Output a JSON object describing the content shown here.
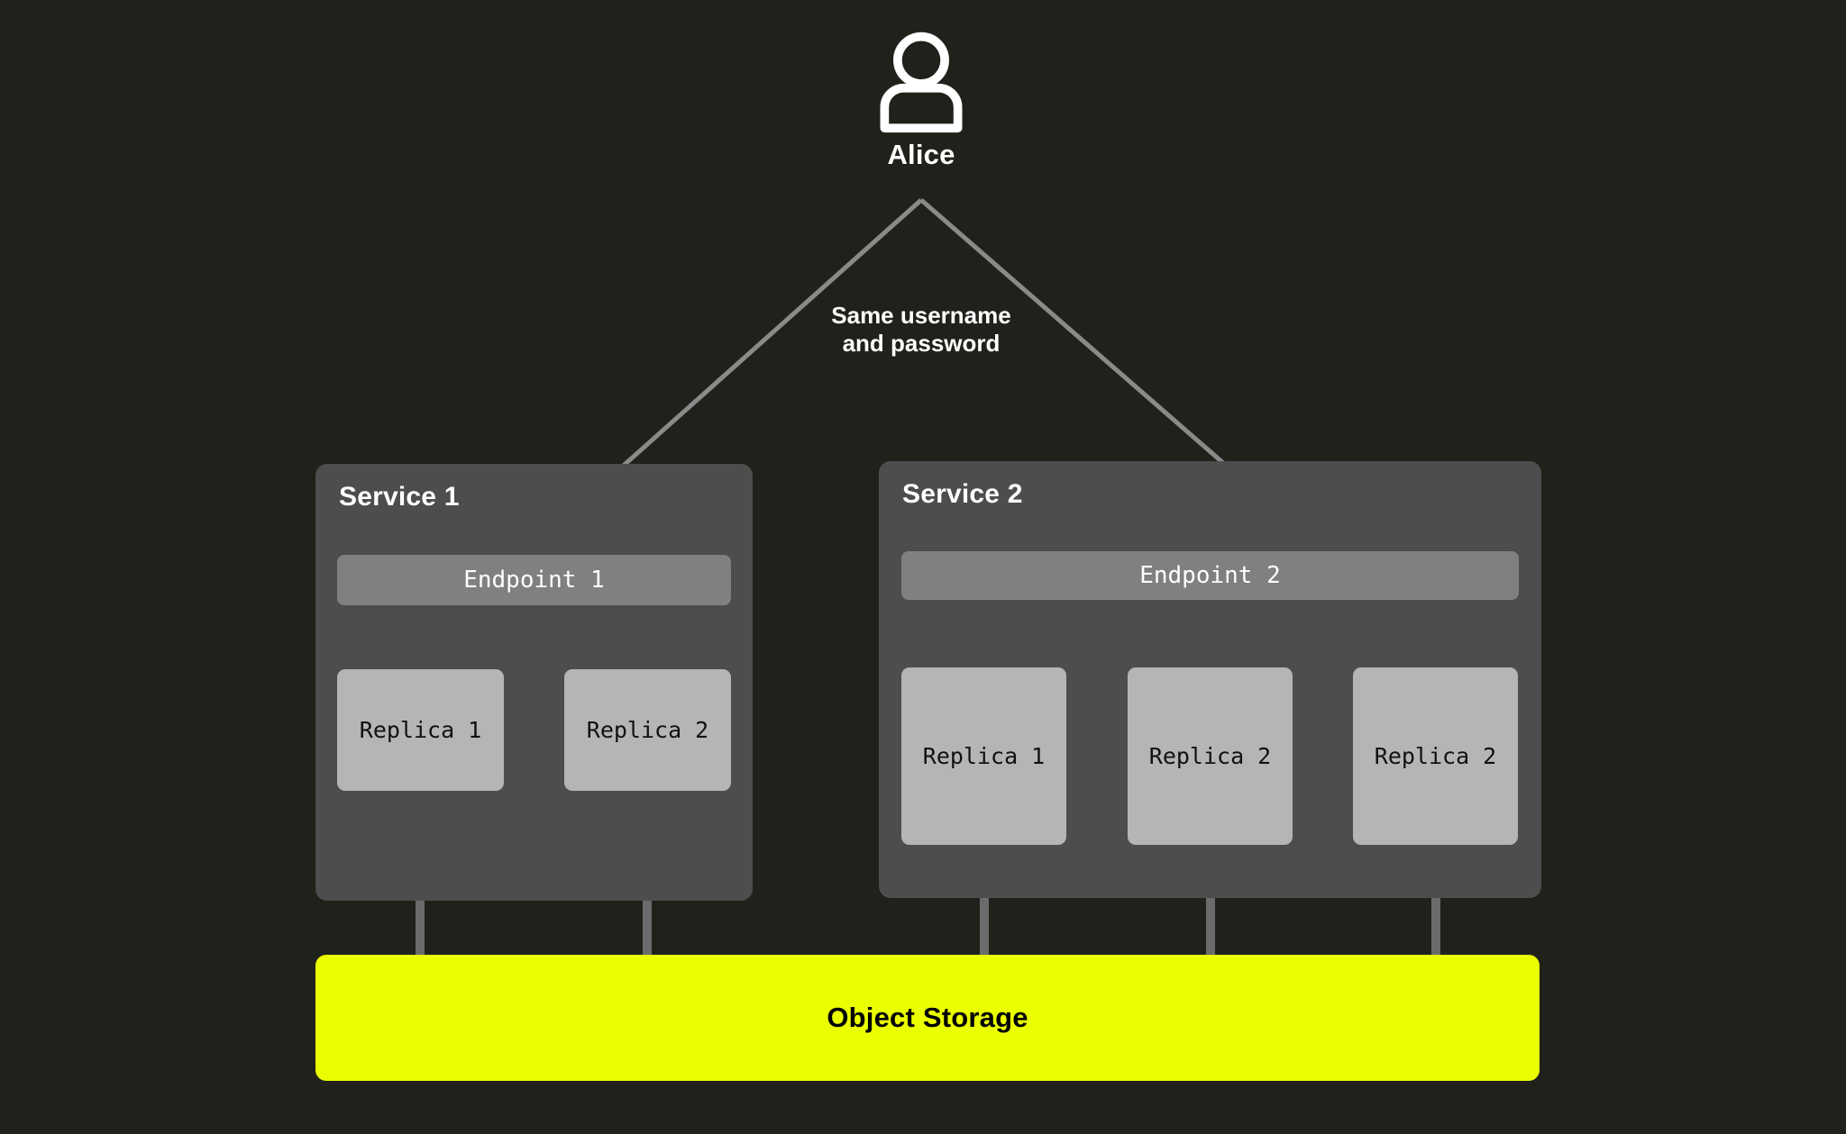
{
  "background_color": "#21211c",
  "actor": {
    "icon": "user-icon",
    "name": "Alice"
  },
  "connection_note": {
    "line1": "Same username",
    "line2": "and password"
  },
  "services": [
    {
      "title": "Service 1",
      "endpoint": "Endpoint 1",
      "replicas": [
        "Replica 1",
        "Replica 2"
      ]
    },
    {
      "title": "Service 2",
      "endpoint": "Endpoint 2",
      "replicas": [
        "Replica 1",
        "Replica 2",
        "Replica 2"
      ]
    }
  ],
  "storage": {
    "label": "Object Storage",
    "color": "#eaff00"
  },
  "colors": {
    "panel": "#4d4d4d",
    "endpoint": "#808080",
    "replica": "#b5b5b5",
    "wire": "#6b6b6b",
    "arrow": "#8a8a8a",
    "text_light": "#ffffff",
    "text_dark": "#111111"
  }
}
